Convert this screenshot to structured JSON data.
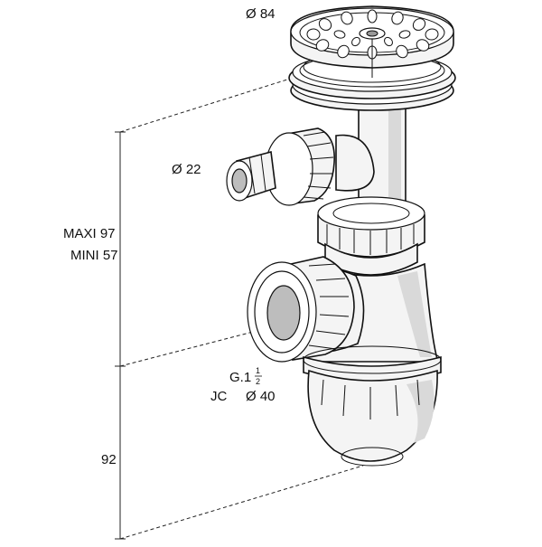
{
  "labels": {
    "diameter_top": "Ø 84",
    "diameter_hose": "Ø 22",
    "height_max": "MAXI 97",
    "height_min": "MINI 57",
    "thread_prefix": "G.1",
    "thread_frac_num": "1",
    "thread_frac_den": "2",
    "joint_prefix": "JC",
    "joint_diameter": "Ø 40",
    "height_bottom": "92"
  }
}
